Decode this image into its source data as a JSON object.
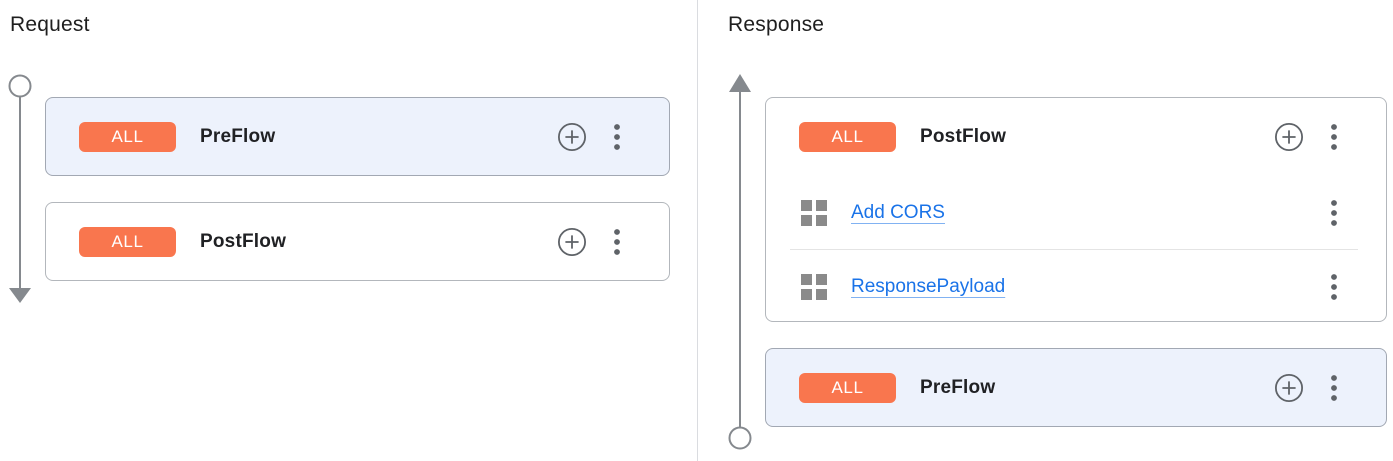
{
  "colors": {
    "accent_orange": "#F9764E",
    "selected_bg": "#EDF2FC",
    "link_blue": "#1A73E8"
  },
  "icons": {
    "add": "plus-circle-icon",
    "menu": "kebab-vertical-icon",
    "policy": "policy-grid-icon",
    "request_timeline": "arrow-down-timeline",
    "response_timeline": "arrow-up-timeline"
  },
  "request": {
    "title": "Request",
    "flows": [
      {
        "badge": "ALL",
        "name": "PreFlow",
        "selected": true
      },
      {
        "badge": "ALL",
        "name": "PostFlow",
        "selected": false
      }
    ]
  },
  "response": {
    "title": "Response",
    "flows": [
      {
        "badge": "ALL",
        "name": "PostFlow",
        "selected": false,
        "policies": [
          {
            "name": "Add CORS"
          },
          {
            "name": "ResponsePayload"
          }
        ]
      },
      {
        "badge": "ALL",
        "name": "PreFlow",
        "selected": true
      }
    ]
  }
}
